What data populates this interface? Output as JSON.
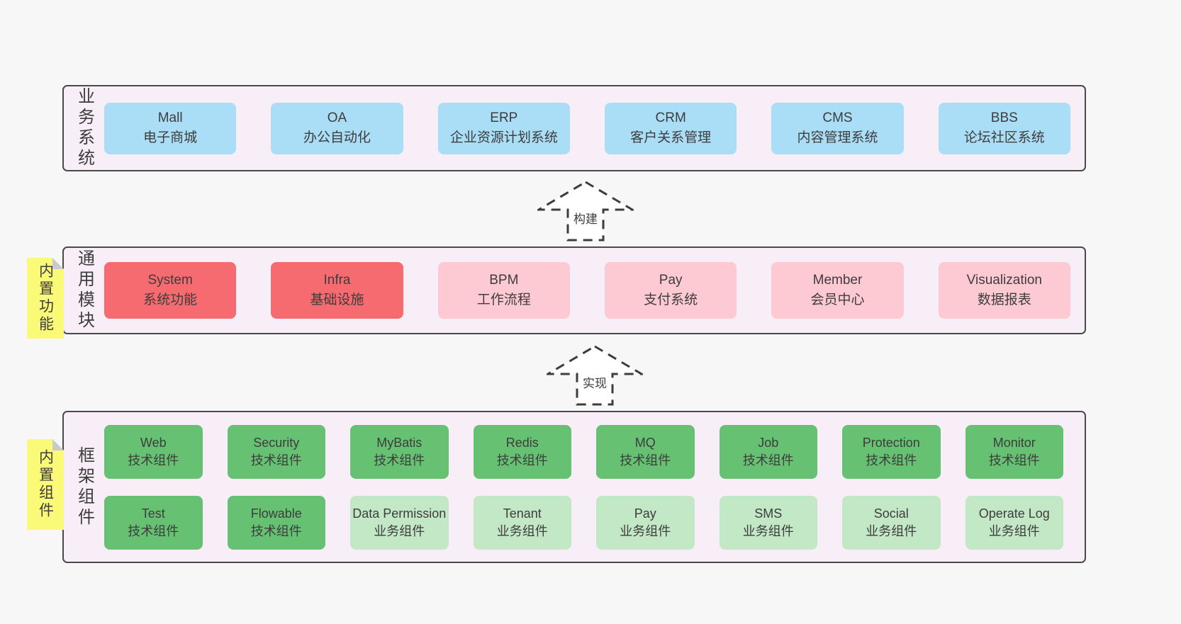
{
  "colors": {
    "page-bg": "#f7f7f7",
    "band-bg": "#f8eef7",
    "band-border": "#4a4a4a",
    "text": "#3d3d3d",
    "box-blue": "#aadef7",
    "box-red": "#f66b6f",
    "box-pink": "#fdc9d2",
    "box-green": "#66c173",
    "box-green-light": "#c3e8c6",
    "note-yellow": "#fafa78",
    "note-fold": "#c9c9d1",
    "arrow-fill": "#ffffff"
  },
  "bands": {
    "business": {
      "label": "业务系统",
      "boxes": [
        {
          "title": "Mall",
          "subtitle": "电子商城"
        },
        {
          "title": "OA",
          "subtitle": "办公自动化"
        },
        {
          "title": "ERP",
          "subtitle": "企业资源计划系统"
        },
        {
          "title": "CRM",
          "subtitle": "客户关系管理"
        },
        {
          "title": "CMS",
          "subtitle": "内容管理系统"
        },
        {
          "title": "BBS",
          "subtitle": "论坛社区系统"
        }
      ]
    },
    "modules": {
      "label": "通用模块",
      "note": "内置功能",
      "boxes": [
        {
          "title": "System",
          "subtitle": "系统功能"
        },
        {
          "title": "Infra",
          "subtitle": "基础设施"
        },
        {
          "title": "BPM",
          "subtitle": "工作流程"
        },
        {
          "title": "Pay",
          "subtitle": "支付系统"
        },
        {
          "title": "Member",
          "subtitle": "会员中心"
        },
        {
          "title": "Visualization",
          "subtitle": "数据报表"
        }
      ]
    },
    "framework": {
      "label": "框架组件",
      "note": "内置组件",
      "row1": [
        {
          "title": "Web",
          "subtitle": "技术组件"
        },
        {
          "title": "Security",
          "subtitle": "技术组件"
        },
        {
          "title": "MyBatis",
          "subtitle": "技术组件"
        },
        {
          "title": "Redis",
          "subtitle": "技术组件"
        },
        {
          "title": "MQ",
          "subtitle": "技术组件"
        },
        {
          "title": "Job",
          "subtitle": "技术组件"
        },
        {
          "title": "Protection",
          "subtitle": "技术组件"
        },
        {
          "title": "Monitor",
          "subtitle": "技术组件"
        }
      ],
      "row2": [
        {
          "title": "Test",
          "subtitle": "技术组件"
        },
        {
          "title": "Flowable",
          "subtitle": "技术组件"
        },
        {
          "title": "Data Permission",
          "subtitle": "业务组件"
        },
        {
          "title": "Tenant",
          "subtitle": "业务组件"
        },
        {
          "title": "Pay",
          "subtitle": "业务组件"
        },
        {
          "title": "SMS",
          "subtitle": "业务组件"
        },
        {
          "title": "Social",
          "subtitle": "业务组件"
        },
        {
          "title": "Operate Log",
          "subtitle": "业务组件"
        }
      ]
    }
  },
  "arrows": {
    "build": "构建",
    "implement": "实现"
  }
}
